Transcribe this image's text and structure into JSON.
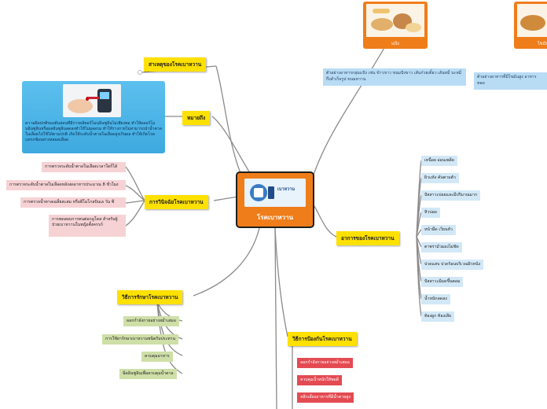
{
  "center": {
    "title": "โรคเบาหวาน",
    "image_text": "เบาหวาน"
  },
  "causes": {
    "title": "สาเหตุของโรคเบาหวาน"
  },
  "definition": {
    "title": "หมายถึง",
    "text": "ความผิดปกติของต้นอ่อนที่มีการผลิตอร์โมนอินซูลินไม่เพียงพอ ทำให้ผลอร์โมนอินซูลินหรือผลอินซูลินลดลงทำให้ไม่ผลอรม ทำให้ร่างกายไม่สามารถนำน้ำตาลในเลือดไปใช้ได้ตามปกติ เกิดให้ระดับน้ำตาลในเลือดสูงเกินผล ทำให้เกิดโรคแทรกซ้อนทางหลอดเลือด"
  },
  "diagnosis": {
    "title": "การวินิจฉัยโรคเบาหวาน",
    "items": [
      "การตรวจระดับน้ำตาลในเลือดเวลาใดก็ได้",
      "การตรวจระดับน้ำตาลในเลือดหลังงดอาหารประมาณ 8 ชั่วโมง",
      "การตรวจน้ำตาลเฉลี่ยสะสม หรือฮีโมโกลบินเอ วัน ซี",
      "การทดสอบการทนต่อกลูโคส สำหรับผู้ป่วยเบาหวานในหญิงตั้งครรภ์"
    ]
  },
  "treatment": {
    "title": "วิธีการรักษาโรคเบาหวาน",
    "items": [
      "ออกกำลังกายอย่างสม่ำเสมอ",
      "การใช้ยารักษาเบาหวานชนิดรับประทาน",
      "ควบคุมอาหาร",
      "ฉีดอินซูลินเพื่อควบคุมน้ำตาล"
    ]
  },
  "symptoms": {
    "title": "อาการของโรคเบาหวาน",
    "items": [
      "เหนื่อย อ่อนเพลีย",
      "ผิวแห้ง คันตามตัว",
      "ปัสสาวะบ่อยและมีปริมาณมาก",
      "หิวบ่อย",
      "หน้ามืด เวียนหัว",
      "ตาพร่ามัวมองไม่ชัด",
      "ปวดแสบ ปวดร้อนบริเวณผิวหนัง",
      "ปัสสาวะมีมดขึ้นตอม",
      "น้ำหนักลดลง",
      "ท้องผูก ท้องเสีย"
    ]
  },
  "prevention": {
    "title": "วิธีการป้องกันโรคเบาหวาน",
    "items": [
      "ออกกำลังกายอย่างสม่ำเสมอ",
      "ควบคุมน้ำหนักให้พอดี",
      "หลีกเลี่ยงอาหารที่มีน้ำตาลสูง"
    ]
  },
  "food_cards": [
    {
      "label": "แป้ง"
    },
    {
      "label": "ไขมัน"
    }
  ],
  "notes": [
    "ตัวอย่างอาหารกลุ่มแป้ง เช่น ข้าวขาว ขนมปังขาว เส้นก๋วยเตี๋ยว เส้นหมี่ บะหมี่กึ่งสำเร็จรูป ขนมหวาน",
    "ตัวอย่างอาหารที่มีไขมันสูง อาหารทอด"
  ],
  "colors": {
    "center": "#ef7d1a",
    "topic": "#ffe100",
    "definition": "#3ea9e0",
    "diagnosis_items": "#f6d2d5",
    "treatment_items": "#cfdfa8",
    "symptom_items": "#d2e8f7",
    "prevention_items": "#e44a52"
  }
}
